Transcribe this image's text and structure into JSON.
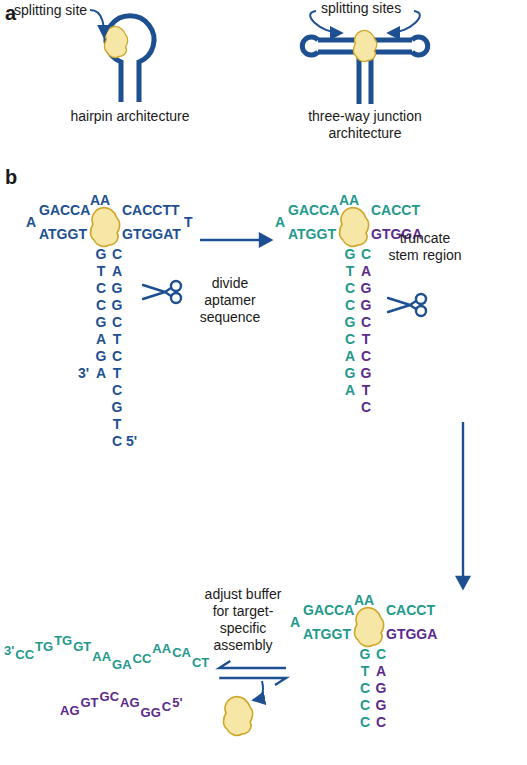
{
  "diagram": {
    "nodes": [
      {
        "text": [
          "A",
          "GACCA",
          "AA",
          "CACCTT",
          "T",
          "ATGGT",
          "GTGGAT",
          "GTCCGAGA",
          "CAGGCTCTCGTC",
          "3'",
          "5'"
        ]
      },
      {
        "text": [
          "A",
          "GACCA",
          "AA",
          "CACCT",
          "ATGGT",
          "GTGGA",
          "GTCCGCAGA",
          "C",
          "AGGCTCGTC"
        ]
      },
      {
        "text": [
          "A",
          "GACCA",
          "AA",
          "CACCT",
          "ATGGT",
          "GTGGA",
          "GTCCC",
          "C",
          "AGGC"
        ]
      },
      {
        "text": [
          "3'",
          "CC",
          "TG",
          "TG",
          "GT",
          "AA",
          "GA",
          "CC",
          "AA",
          "CA",
          "CT",
          "AG",
          "GT",
          "GC",
          "AG",
          "GG",
          "C",
          "5'"
        ]
      }
    ],
    "edges": [
      {
        "from": 0,
        "to": 1,
        "arrow": "to"
      },
      {
        "from": 1,
        "to": 2,
        "arrow": "to"
      },
      {
        "from": 2,
        "to": 3,
        "arrow": "both"
      }
    ],
    "labels": [
      "a",
      "splitting site",
      "splitting sites",
      "hairpin architecture",
      "three-way junction architecture",
      "b",
      "divide aptamer sequence",
      "truncate stem region",
      "adjust buffer for target-specific assembly"
    ]
  }
}
